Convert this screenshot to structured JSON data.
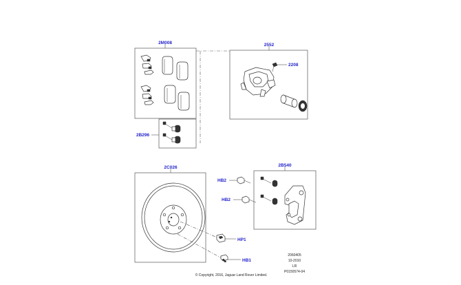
{
  "callouts": {
    "pad_kit": "2M008",
    "caliper": "2552",
    "bleed_screw": "2208",
    "pad_hardware": "2B296",
    "disc": "2C026",
    "carrier": "2B540",
    "carrier_bolt_upper": "HB2",
    "carrier_bolt_lower": "HB2",
    "disc_screw": "HP1",
    "shield_bolt": "HB1"
  },
  "metadata": {
    "date_code": "2060405",
    "date": "10-2010",
    "region": "LR",
    "illustration_id": "P0150574-04"
  },
  "copyright": "© Copyright, 2016, Jaguar Land Rover Limited.",
  "colors": {
    "callout": "#2222cc",
    "lines": "#333333"
  }
}
